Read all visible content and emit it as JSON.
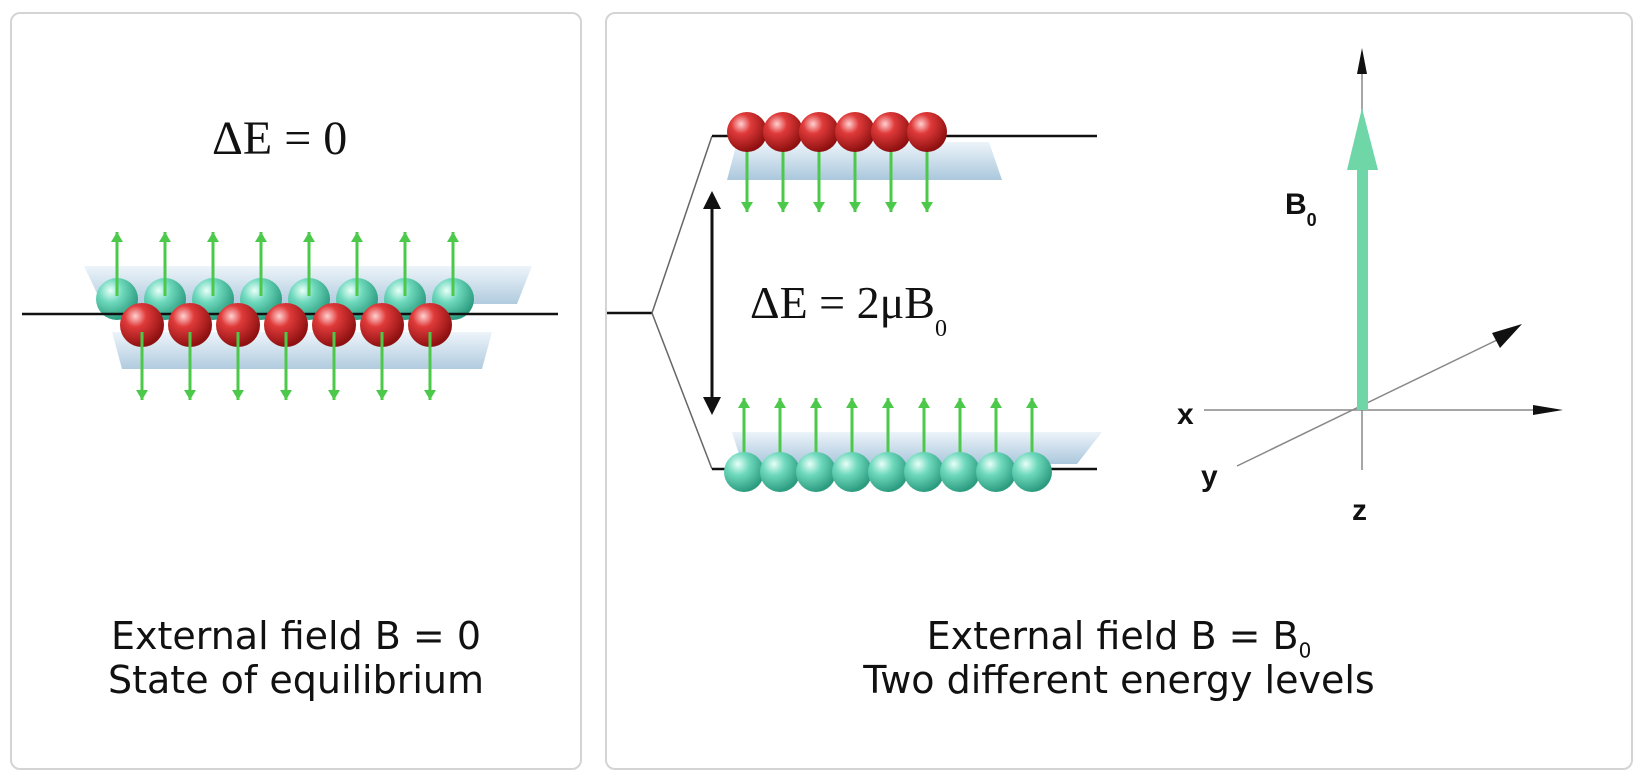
{
  "left": {
    "equation": "ΔE = 0",
    "caption_line1": "External field B = 0",
    "caption_line2": "State of equilibrium"
  },
  "right": {
    "equation_main": "ΔE = 2μB",
    "equation_sub": "0",
    "caption_line1_main": "External field B = B",
    "caption_line1_sub": "0",
    "caption_line2": "Two different energy levels",
    "axes": {
      "x": "x",
      "y": "y",
      "z": "z",
      "field_label": "B",
      "field_sub": "0"
    }
  },
  "colors": {
    "spin_up_sphere": "#5fd3b4",
    "spin_down_sphere": "#d92b2b",
    "spin_arrow": "#4cc94a",
    "field_arrow": "#6fd6a8",
    "cone": "#9fc3dc"
  },
  "counts": {
    "left_up_spins": 8,
    "left_down_spins": 7,
    "right_high_level_spins": 6,
    "right_low_level_spins": 9
  }
}
